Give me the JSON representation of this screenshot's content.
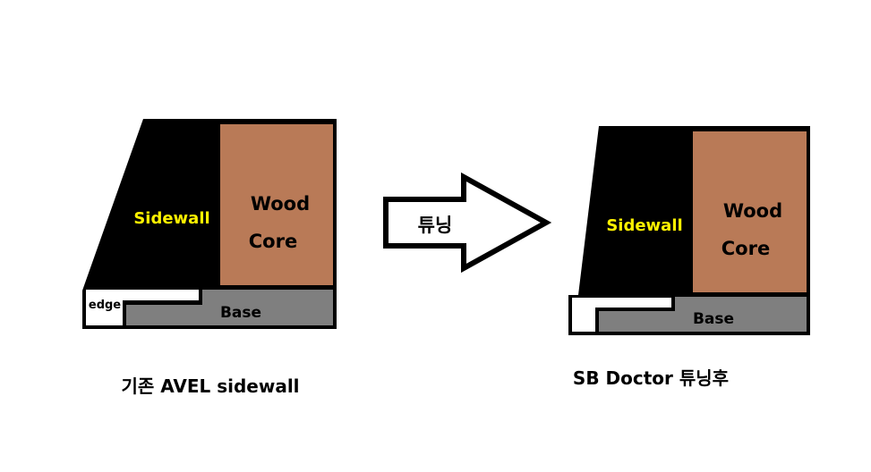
{
  "before": {
    "sidewall_label": "Sidewall",
    "core_label_line1": "Wood",
    "core_label_line2": "Core",
    "edge_label": "edge",
    "base_label": "Base",
    "caption": "기존 AVEL sidewall"
  },
  "arrow": {
    "label": "튜닝"
  },
  "after": {
    "sidewall_label": "Sidewall",
    "core_label_line1": "Wood",
    "core_label_line2": "Core",
    "base_label": "Base",
    "caption": "SB Doctor 튜닝후"
  },
  "colors": {
    "sidewall": "#000000",
    "wood_core": "#b97a57",
    "base": "#7f7f7f",
    "sidewall_text": "#fff200",
    "outline": "#000000",
    "background": "#ffffff"
  }
}
